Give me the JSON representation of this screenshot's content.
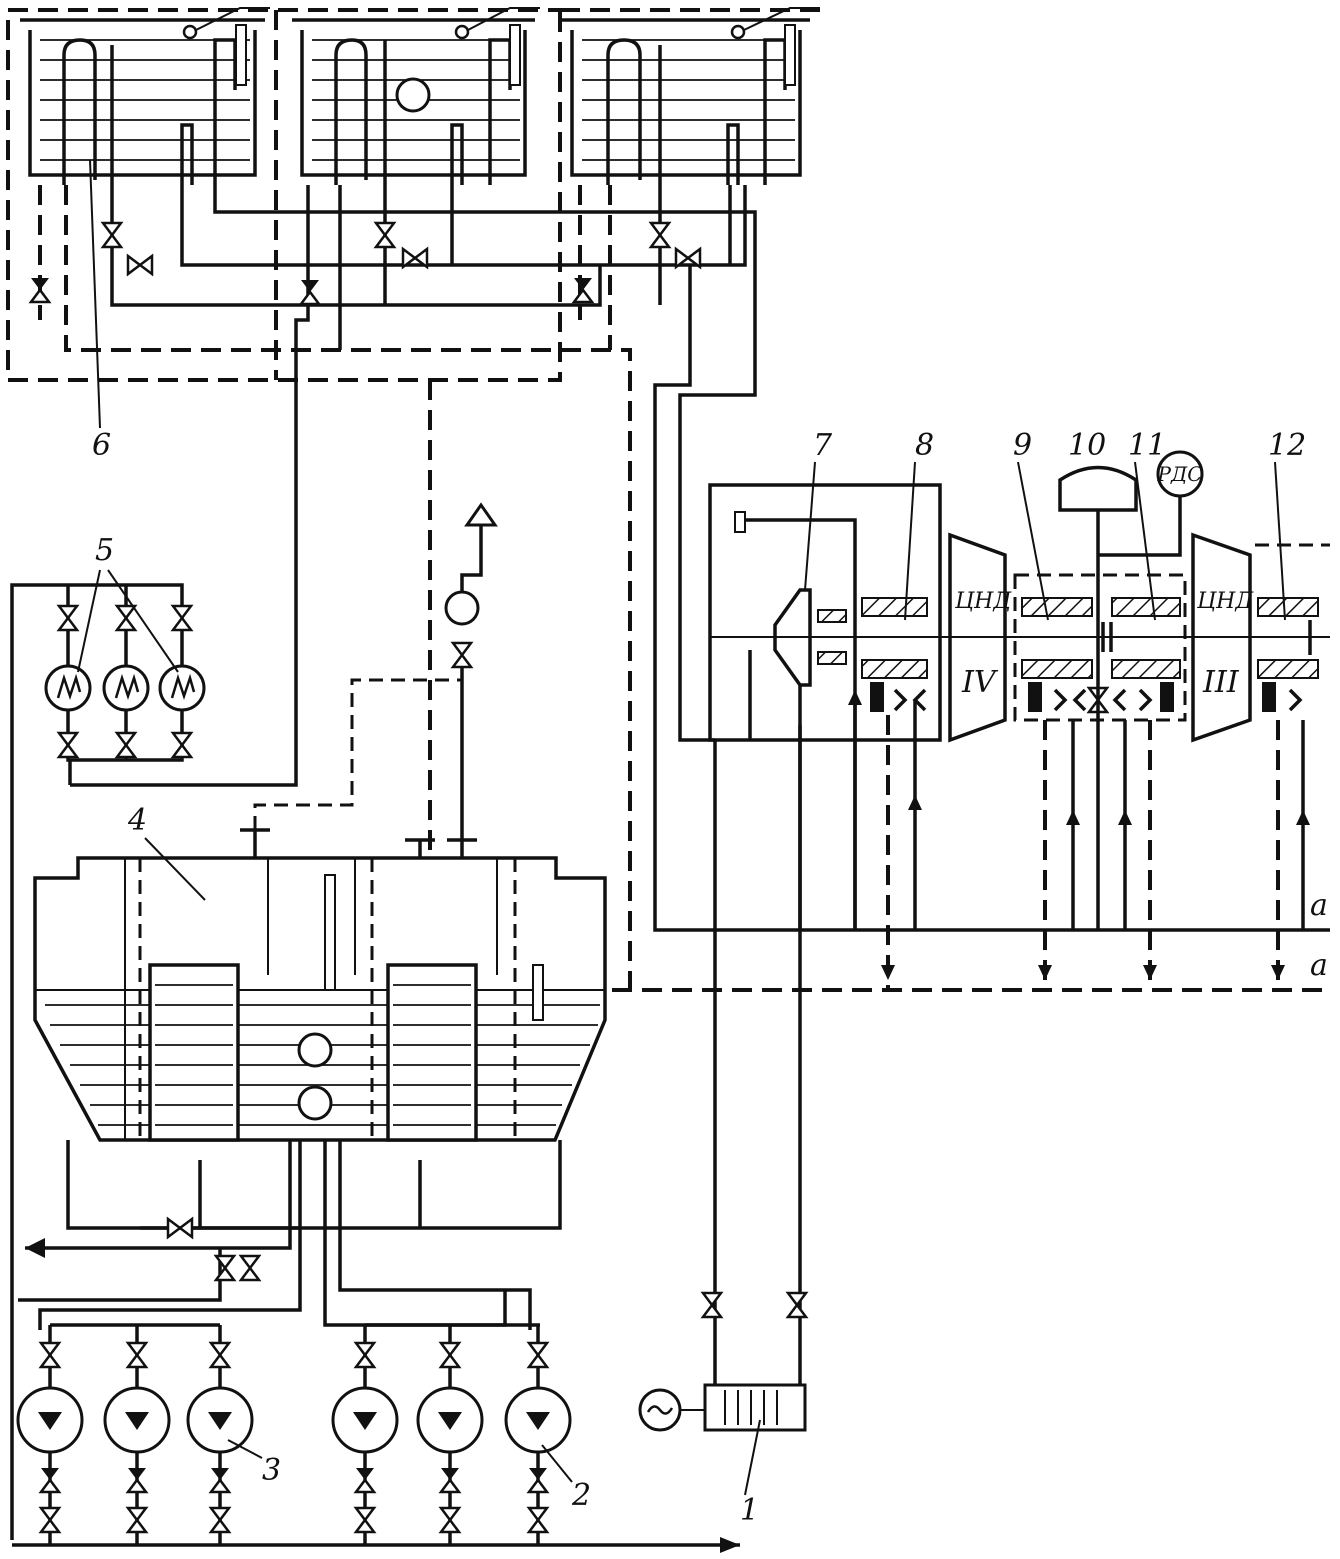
{
  "labels": {
    "n1": "1",
    "n2": "2",
    "n3": "3",
    "n4": "4",
    "n5": "5",
    "n6": "6",
    "n7": "7",
    "n8": "8",
    "n9": "9",
    "n10": "10",
    "n11": "11",
    "n12": "12",
    "rds": "РДС",
    "cnd_left": "ЦНД",
    "cnd_right": "ЦНД",
    "roman_iv": "IV",
    "roman_iii": "III",
    "line_a_top": "a",
    "line_a_bottom": "a"
  }
}
